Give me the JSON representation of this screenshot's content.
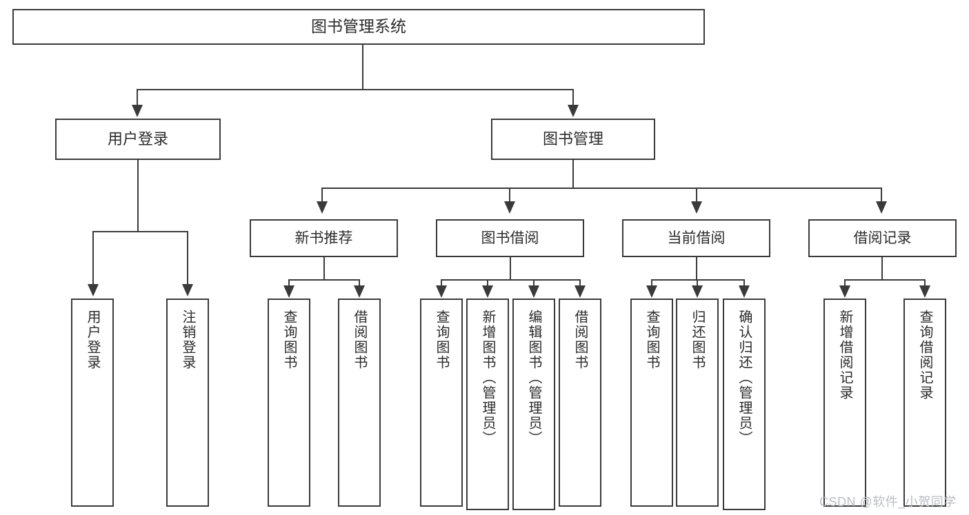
{
  "diagram": {
    "type": "tree-hierarchy-chart",
    "title": "图书管理系统",
    "colors": {
      "box_fill": "#ffffff",
      "box_border": "#3a3a3a",
      "text": "#2b2b2b",
      "connector": "#3a3a3a",
      "watermark": "#b9bcc2",
      "background": "#ffffff"
    },
    "root": {
      "label": "图书管理系统"
    },
    "level2": [
      {
        "label": "用户登录"
      },
      {
        "label": "图书管理"
      }
    ],
    "level3": [
      {
        "label": "新书推荐"
      },
      {
        "label": "图书借阅"
      },
      {
        "label": "当前借阅"
      },
      {
        "label": "借阅记录"
      }
    ],
    "leaves": {
      "user_login": [
        {
          "label": "用户登录"
        },
        {
          "label": "注销登录"
        }
      ],
      "new_book_recommend": [
        {
          "label": "查询图书"
        },
        {
          "label": "借阅图书"
        }
      ],
      "book_borrow": [
        {
          "label": "查询图书"
        },
        {
          "label": "新增图书（管理员）"
        },
        {
          "label": "编辑图书（管理员）"
        },
        {
          "label": "借阅图书"
        }
      ],
      "current_borrow": [
        {
          "label": "查询图书"
        },
        {
          "label": "归还图书"
        },
        {
          "label": "确认归还（管理员）"
        }
      ],
      "borrow_record": [
        {
          "label": "新增借阅记录"
        },
        {
          "label": "查询借阅记录"
        }
      ]
    }
  },
  "watermark": {
    "text": "CSDN @软件_小贺同学"
  }
}
